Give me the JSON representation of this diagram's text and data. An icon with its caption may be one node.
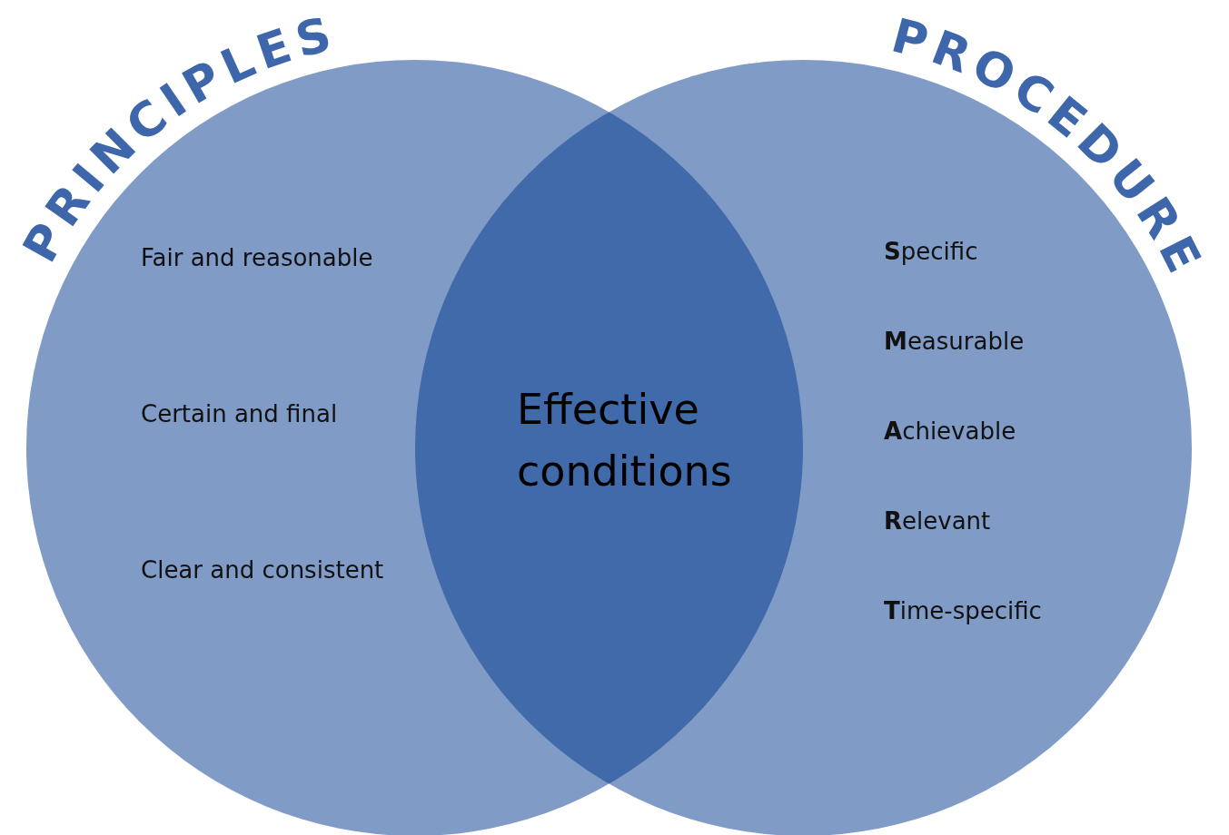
{
  "diagram": {
    "nodes": [
      {
        "text": [
          "PRINCIPLES",
          "Fair and reasonable",
          "Certain and final",
          "Clear and consistent"
        ]
      },
      {
        "text": [
          "PROCEDURE",
          "**S**pecific",
          "**M**easurable",
          "**A**chievable",
          "**R**elevant",
          "**T**ime-specific"
        ]
      },
      {
        "text": [
          "Effective conditions"
        ]
      }
    ]
  }
}
